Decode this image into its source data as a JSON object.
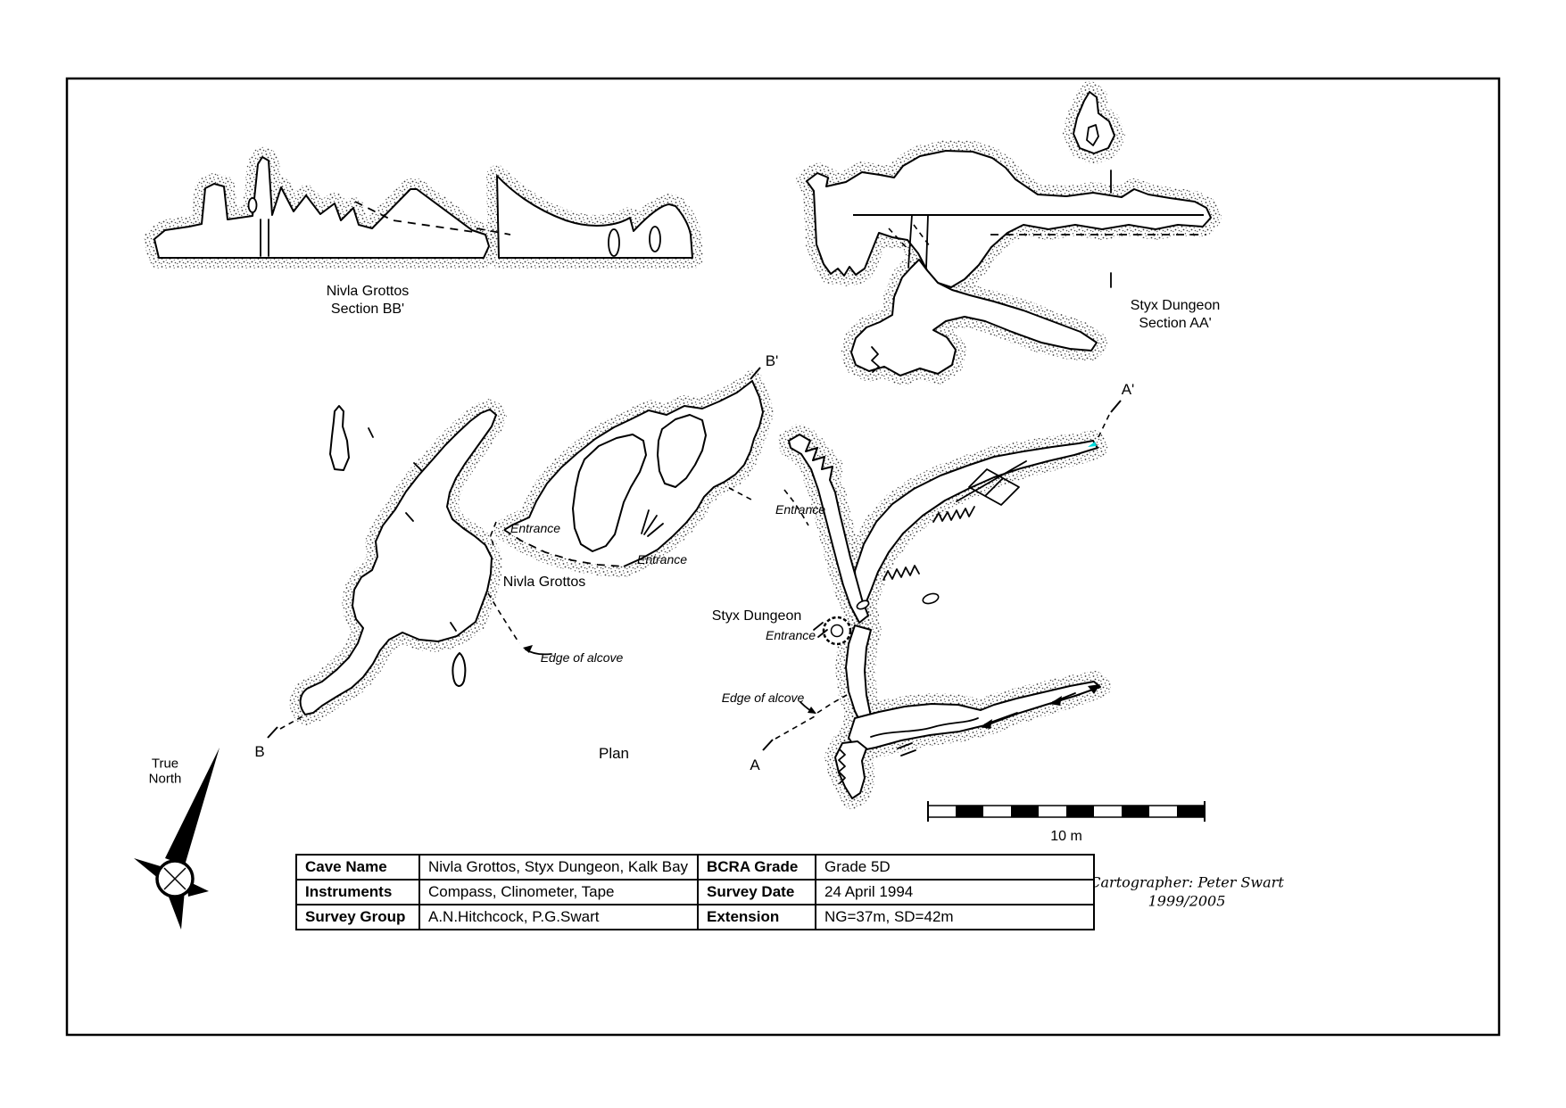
{
  "sections": {
    "bb": {
      "line1": "Nivla Grottos",
      "line2": "Section BB'"
    },
    "aa": {
      "line1": "Styx Dungeon",
      "line2": "Section AA'"
    }
  },
  "plan": {
    "label": "Plan",
    "nivla_label": "Nivla Grottos",
    "styx_label": "Styx Dungeon",
    "entrance_label": "Entrance",
    "edge_of_alcove_label": "Edge of alcove",
    "markers": {
      "b": "B",
      "b_prime": "B'",
      "a": "A",
      "a_prime": "A'"
    }
  },
  "compass": {
    "line1": "True",
    "line2": "North"
  },
  "scale": {
    "label": "10 m"
  },
  "table": {
    "rows": [
      {
        "c1": "Cave Name",
        "c2": "Nivla Grottos, Styx Dungeon, Kalk Bay",
        "c3": "BCRA Grade",
        "c4": "Grade 5D"
      },
      {
        "c1": "Instruments",
        "c2": "Compass, Clinometer, Tape",
        "c3": "Survey Date",
        "c4": "24 April 1994"
      },
      {
        "c1": "Survey Group",
        "c2": "A.N.Hitchcock, P.G.Swart",
        "c3": "Extension",
        "c4": "NG=37m, SD=42m"
      }
    ]
  },
  "credits": {
    "line1": "Cartographer: Peter Swart",
    "line2": "1999/2005"
  },
  "colors": {
    "ink": "#000000",
    "paper": "#ffffff",
    "highlight": "#00d9d9"
  }
}
